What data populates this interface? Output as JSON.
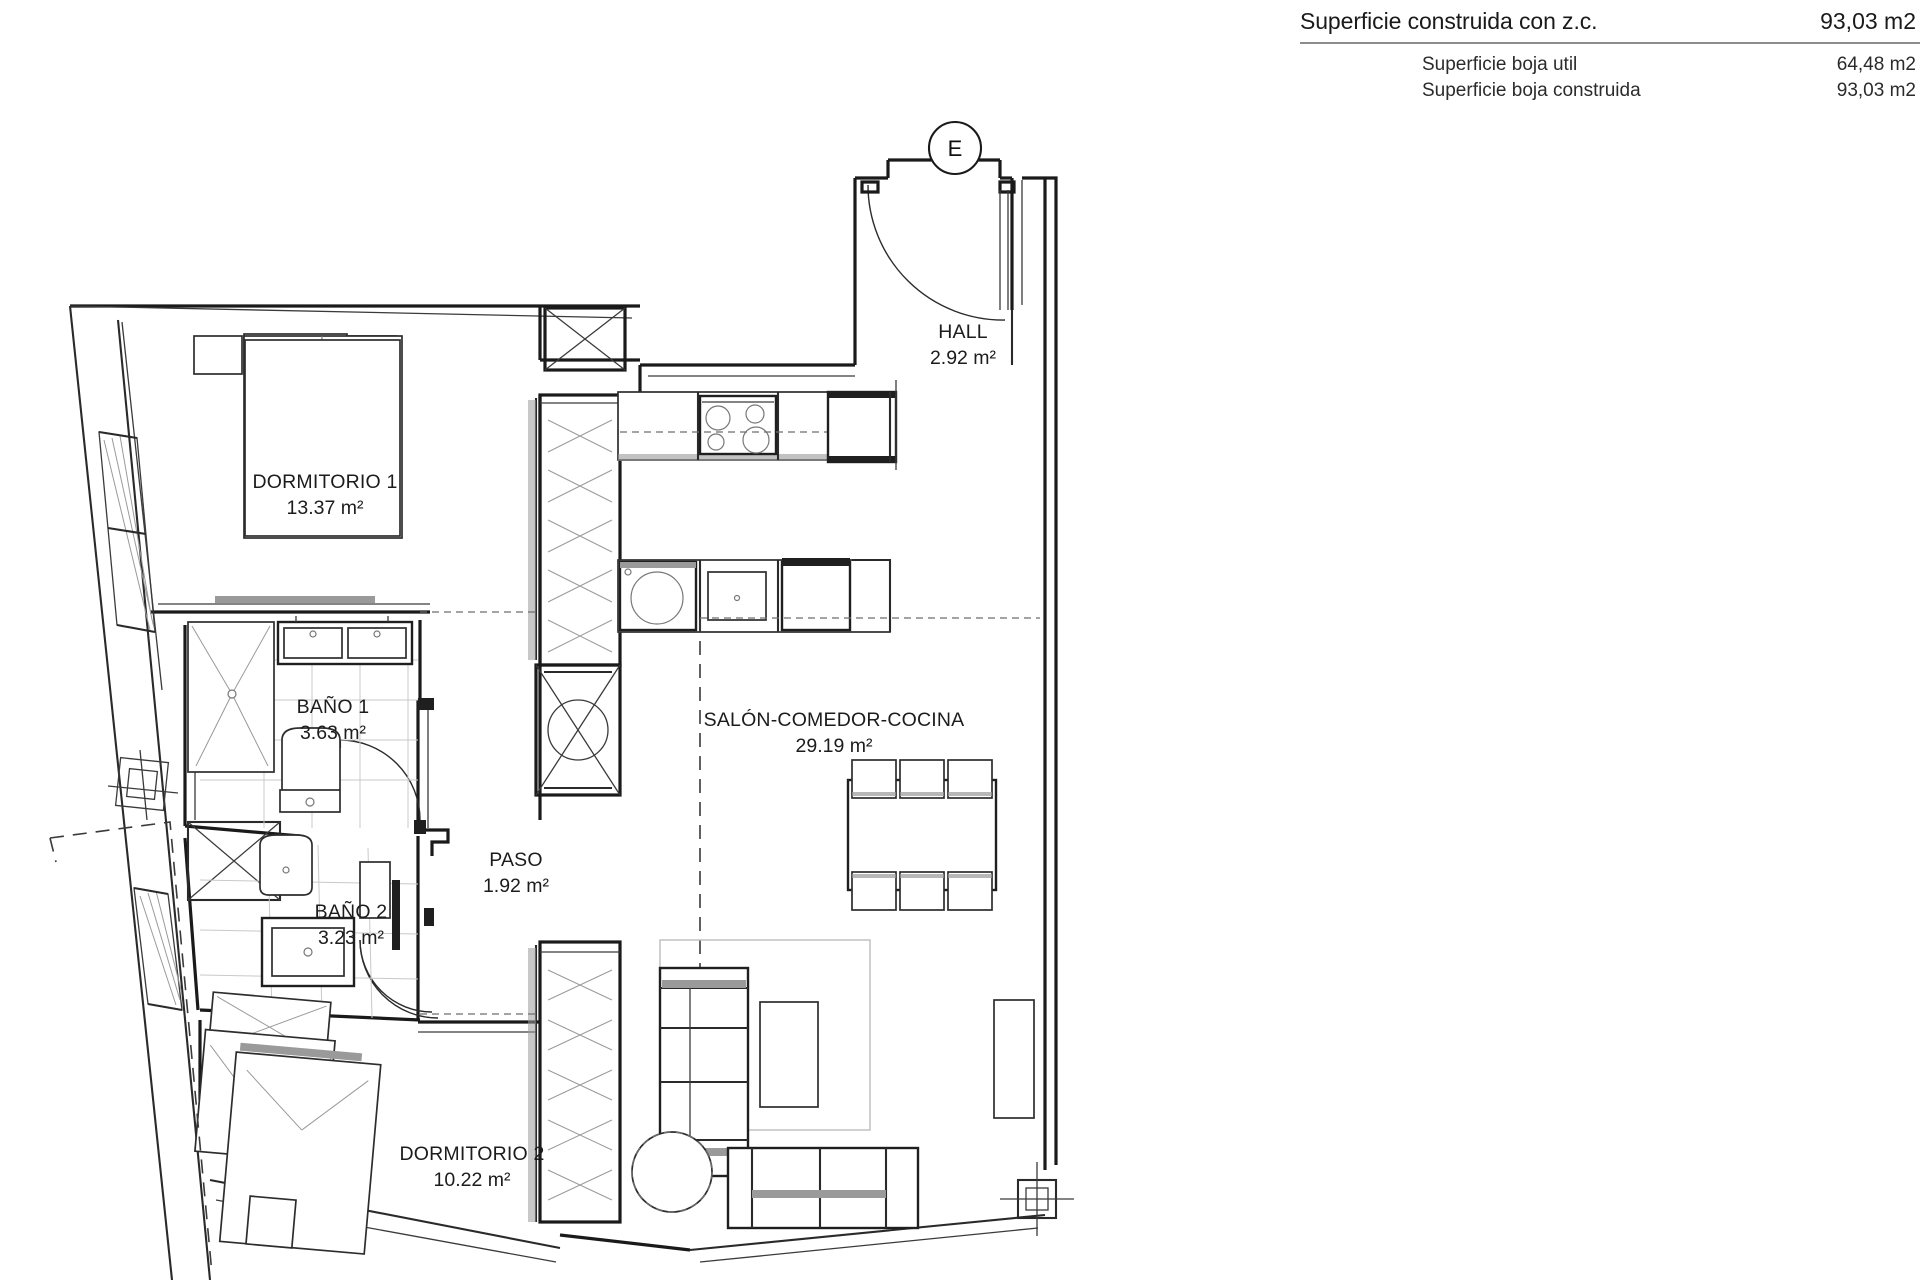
{
  "document": {
    "type": "architectural-floor-plan",
    "entrance_marker": "E"
  },
  "surface_table": {
    "main": {
      "label": "Superficie construida con z.c.",
      "value": "93,03 m2"
    },
    "rows": [
      {
        "label": "Superficie boja util",
        "value": "64,48 m2"
      },
      {
        "label": "Superficie boja construida",
        "value": "93,03 m2"
      }
    ]
  },
  "rooms": [
    {
      "id": "hall",
      "name": "HALL",
      "area": "2.92 m²"
    },
    {
      "id": "dorm1",
      "name": "DORMITORIO 1",
      "area": "13.37 m²"
    },
    {
      "id": "bano1",
      "name": "BAÑO 1",
      "area": "3.63 m²"
    },
    {
      "id": "bano2",
      "name": "BAÑO 2",
      "area": "3.23 m²"
    },
    {
      "id": "paso",
      "name": "PASO",
      "area": "1.92 m²"
    },
    {
      "id": "salon",
      "name": "SALÓN-COMEDOR-COCINA",
      "area": "29.19 m²"
    },
    {
      "id": "dorm2",
      "name": "DORMITORIO 2",
      "area": "10.22 m²"
    }
  ],
  "colors": {
    "line": "#1a1a1a",
    "light_line": "#9a9a9a",
    "tile": "#c9c9c9",
    "background": "#ffffff"
  }
}
